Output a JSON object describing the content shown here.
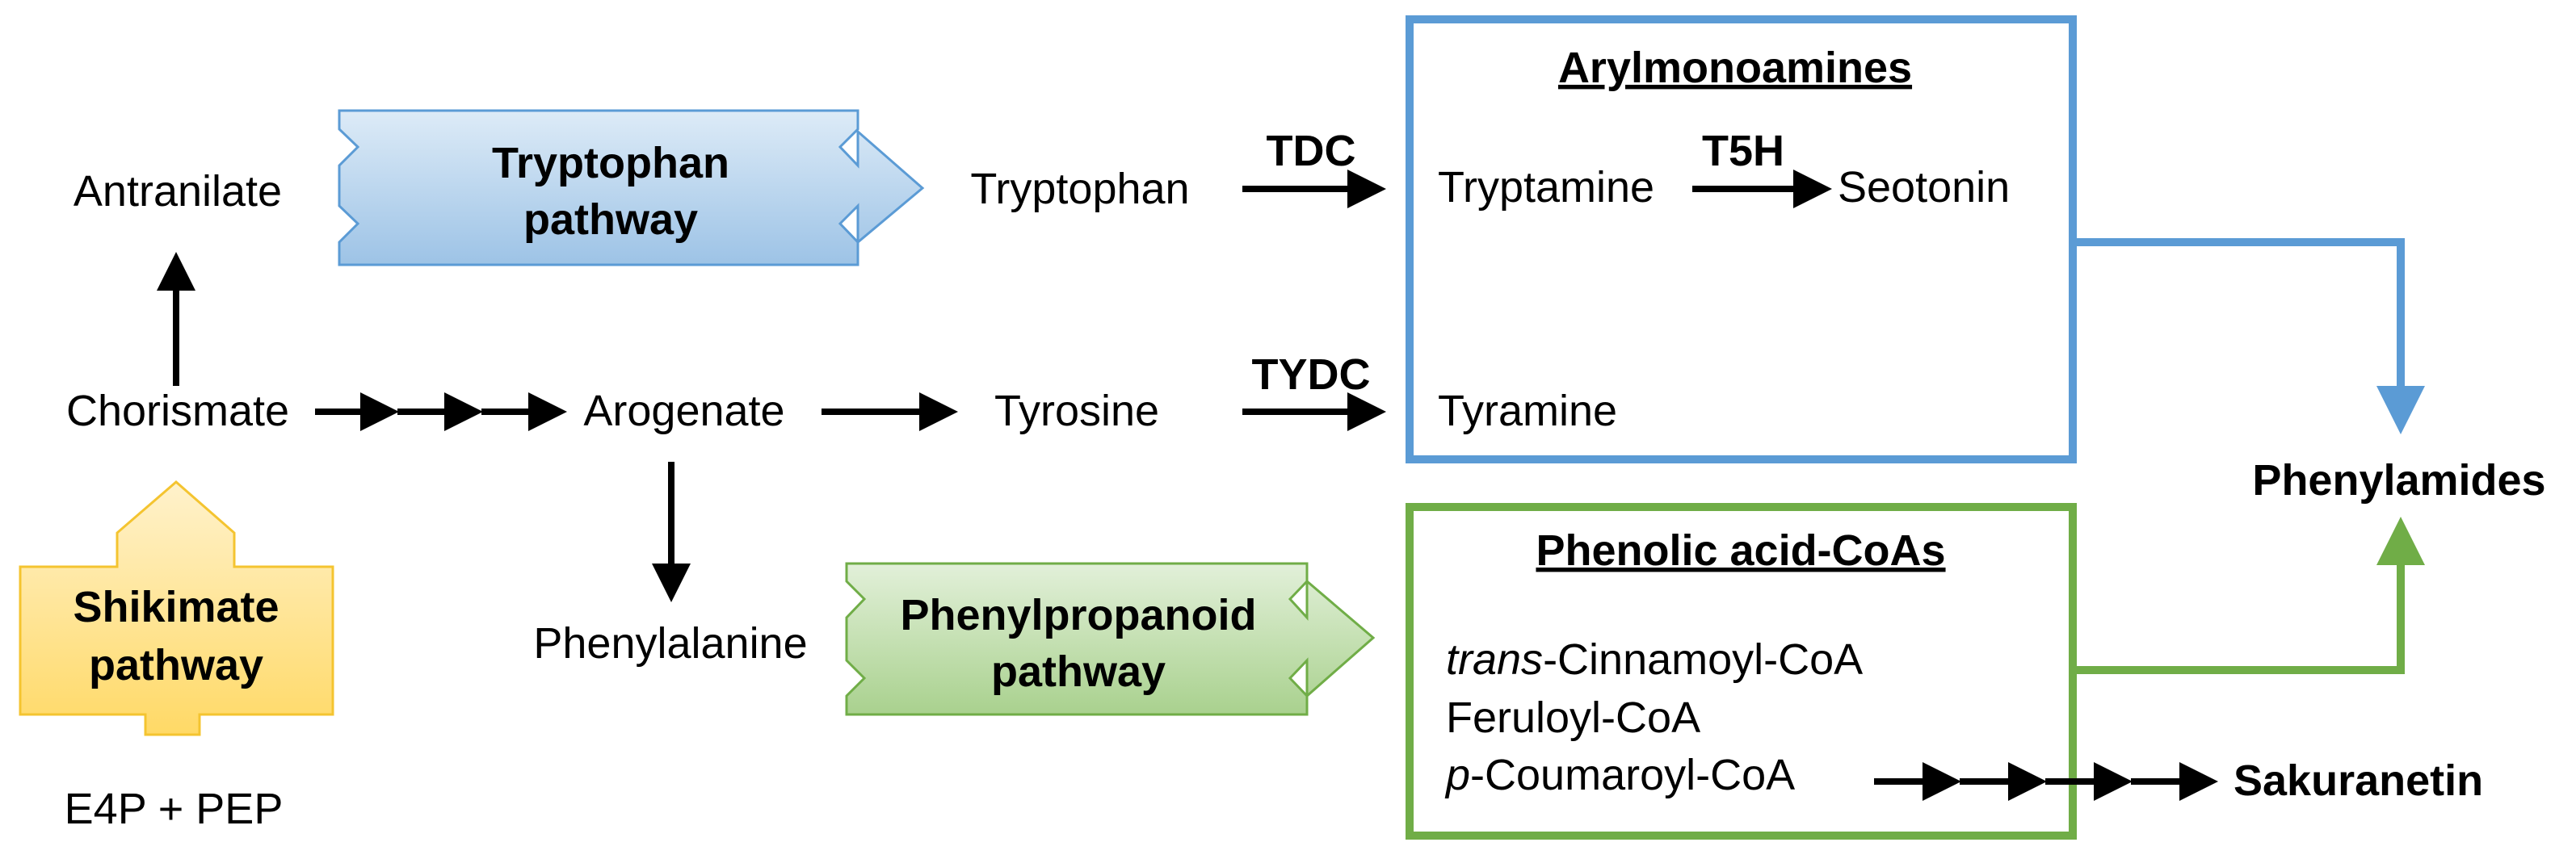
{
  "colors": {
    "blue_box": "#5B9BD5",
    "green_box": "#70AD47",
    "tryptophan_fill_top": "#DDEBF7",
    "tryptophan_fill_bottom": "#9DC3E6",
    "phenylpropanoid_fill_top": "#E2F0D9",
    "phenylpropanoid_fill_bottom": "#A9D18E",
    "shikimate_fill_top": "#FFF2CC",
    "shikimate_fill_bottom": "#FFD966",
    "arrow": "#000000"
  },
  "compounds": {
    "antranilate": "Antranilate",
    "chorismate": "Chorismate",
    "arogenate": "Arogenate",
    "tyrosine": "Tyrosine",
    "tryptophan": "Tryptophan",
    "phenylalanine": "Phenylalanine",
    "e4p_pep": "E4P + PEP",
    "tryptamine": "Tryptamine",
    "serotonin": "Seotonin",
    "tyramine": "Tyramine",
    "phenylamides": "Phenylamides",
    "sakuranetin": "Sakuranetin"
  },
  "pathways": {
    "tryptophan": [
      "Tryptophan",
      "pathway"
    ],
    "phenylpropanoid": [
      "Phenylpropanoid",
      "pathway"
    ],
    "shikimate": [
      "Shikimate",
      "pathway"
    ]
  },
  "enzymes": {
    "tdc": "TDC",
    "tydc": "TYDC",
    "t5h": "T5H"
  },
  "groups": {
    "arylmonoamines": "Arylmonoamines",
    "phenolic_acid_coas": "Phenolic acid-CoAs"
  },
  "coas": [
    {
      "prefix": "trans",
      "suffix": "-Cinnamoyl-CoA"
    },
    {
      "prefix": "",
      "suffix": "Feruloyl-CoA"
    },
    {
      "prefix": "p",
      "suffix": "-Coumaroyl-CoA"
    }
  ]
}
